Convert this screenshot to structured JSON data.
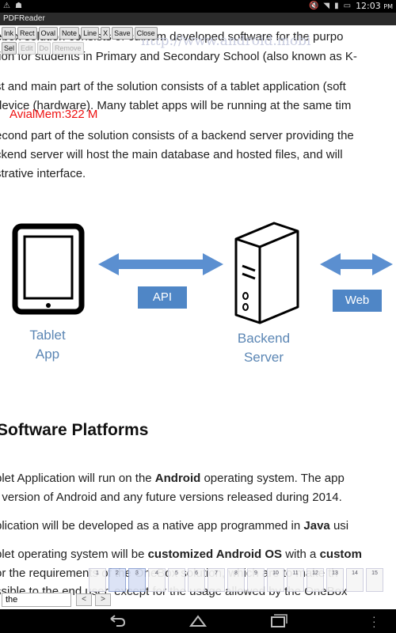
{
  "status": {
    "time": "12:03",
    "ampm": "PM"
  },
  "app": {
    "title": "PDFReader"
  },
  "toolbar": {
    "row1": [
      "Ink",
      "Rect",
      "Oval",
      "Note",
      "Line",
      "X",
      "Save",
      "Close"
    ],
    "row2": [
      "Sel",
      "Edit",
      "Do",
      "Remove"
    ]
  },
  "overlay": {
    "watermark": "http://www.android.mobi",
    "memory": "AvialMem:322 M"
  },
  "document": {
    "line1": "ebox solution consists of custom developed software for the purpo",
    "line2": "tion for students in Primary and Secondary School (also known as K-",
    "line3": "st and main part of the solution consists of a tablet application (soft",
    "line4": "device (hardware). Many tablet apps will be running at the same tim",
    "line5": "econd part of the solution consists of a backend server providing the",
    "line6": "ckend server will host the main database and hosted files, and will",
    "line7": "strative interface.",
    "diagram": {
      "tablet": "Tablet App",
      "tablet_l1": "Tablet",
      "tablet_l2": "App",
      "api": "API",
      "backend_l1": "Backend",
      "backend_l2": "Server",
      "web": "Web"
    },
    "heading": "Software Platforms",
    "p1_pre": "blet Application will run on the ",
    "p1_bold": "Android",
    "p1_post": " operating system. The app",
    "p1b": "t version of Android and any future versions released during 2014.",
    "p2_pre": "plication will be developed as a native app programmed in ",
    "p2_bold": "Java",
    "p2_post": " usi",
    "p3_pre": "blet operating system will be ",
    "p3_bold": "customized Android OS",
    "p3_mid": " with a ",
    "p3_bold2": "custom",
    "p3b": "or the requirements of the OneBox solution, which are to make th",
    "p3c": "ssible to the end user, except for the usage allowed by the OneBox"
  },
  "thumbnails": [
    "1",
    "2",
    "3",
    "4",
    "5",
    "6",
    "7",
    "8",
    "9",
    "10",
    "11",
    "12",
    "13",
    "14",
    "15"
  ],
  "search": {
    "value": "the",
    "prev": "<",
    "next": ">"
  }
}
